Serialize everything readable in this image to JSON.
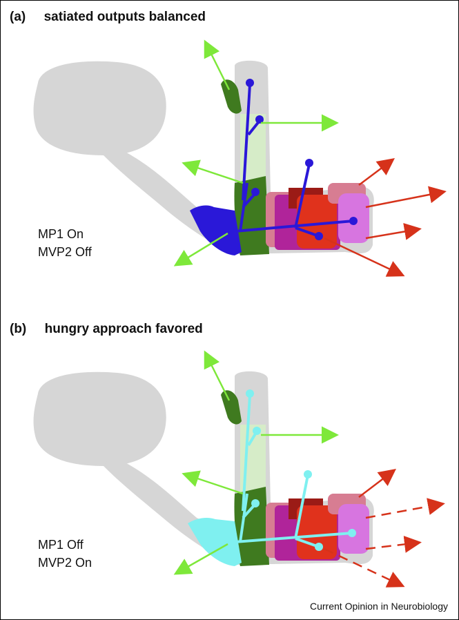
{
  "panels": [
    {
      "title": "(a)     satiated outputs balanced",
      "state": [
        "MP1 On",
        "MVP2 Off"
      ]
    },
    {
      "title": "(b)     hungry approach favored",
      "state": [
        "MP1 Off",
        "MVP2 On"
      ]
    }
  ],
  "credit": "Current Opinion in Neurobiology",
  "colors": {
    "brain_gray": "#d6d6d6",
    "lobe_light_green": "#d6ecc8",
    "dark_green": "#3f7a1f",
    "arrow_green": "#7ee83a",
    "arrow_red": "#d6321a",
    "neuron_on": "#2a18d8",
    "neuron_off": "#7ff0f0",
    "compartment_pink": "#d77d92",
    "compartment_red": "#e0321c",
    "compartment_dark_red": "#9b1b16",
    "compartment_violet": "#d775e0",
    "compartment_magenta": "#b0249a"
  },
  "diagram_icons": [
    "mushroom-body-diagram",
    "neuron-projection",
    "output-arrow"
  ]
}
